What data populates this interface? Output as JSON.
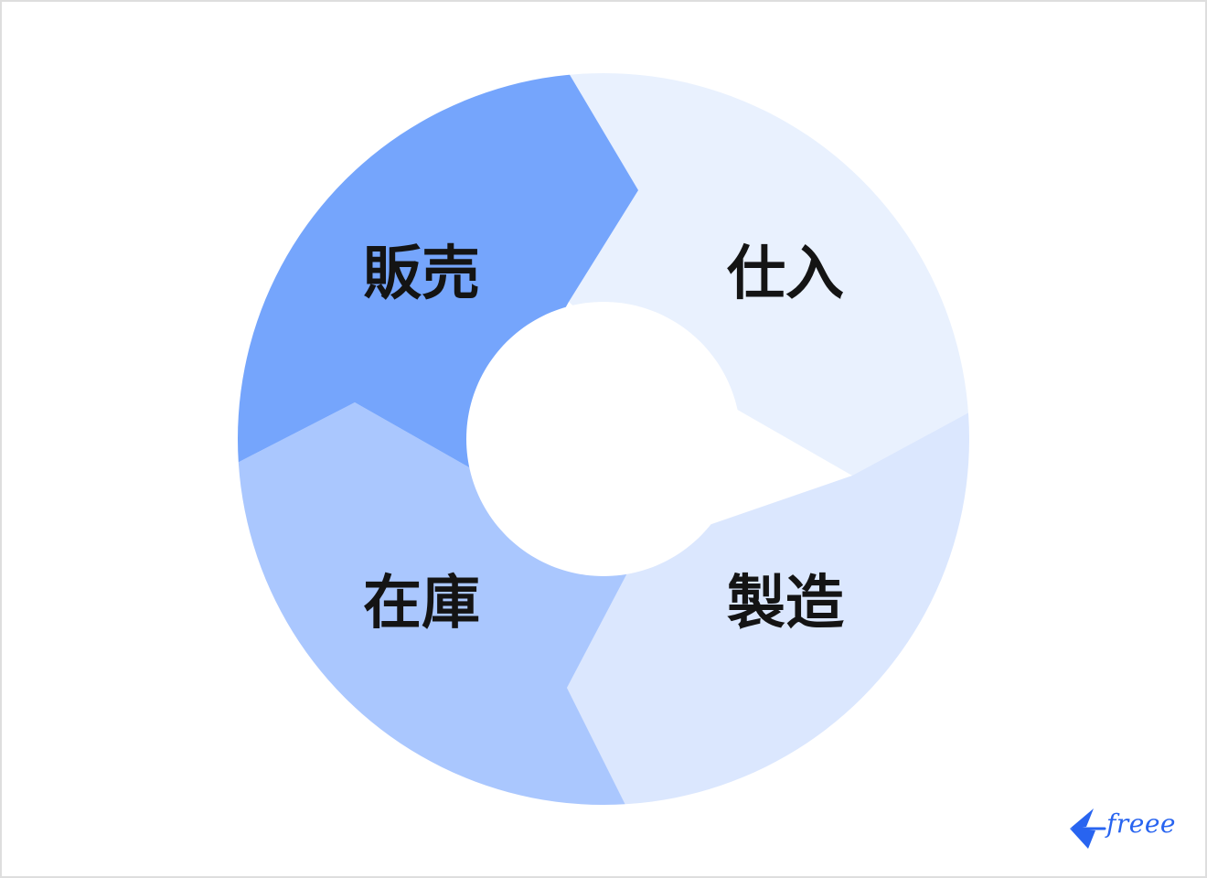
{
  "diagram": {
    "segments": [
      {
        "label": "販売",
        "color": "#75a5fc"
      },
      {
        "label": "仕入",
        "color": "#e9f1fe"
      },
      {
        "label": "製造",
        "color": "#dbe7fe"
      },
      {
        "label": "在庫",
        "color": "#aac7fe"
      }
    ]
  },
  "brand": {
    "logo_text": "freee",
    "color": "#2864f0"
  }
}
